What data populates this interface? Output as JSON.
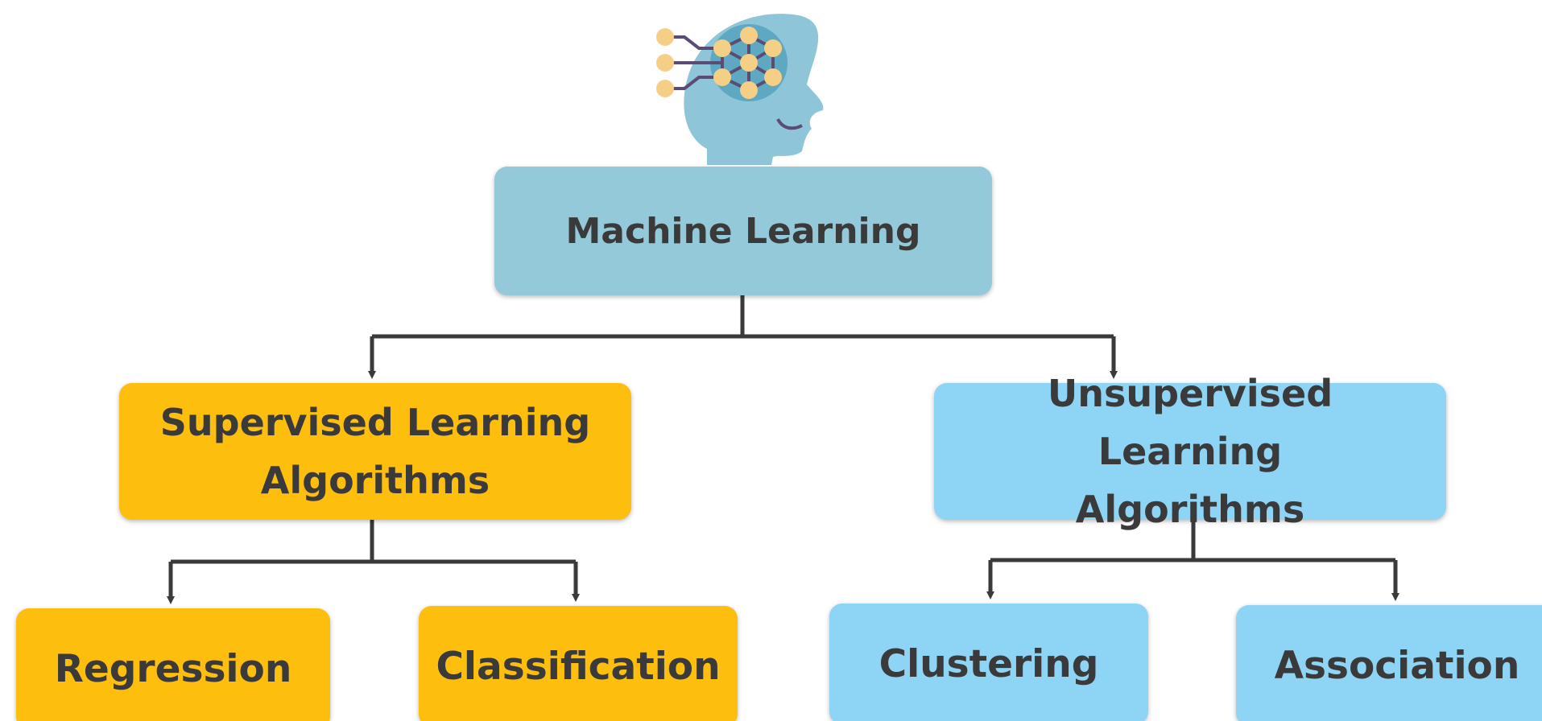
{
  "colors": {
    "root": "#94c9d9",
    "supervised": "#fdbe0e",
    "unsupervised": "#8ed4f5",
    "connector": "#3a3a3a",
    "head": "#8ec5d8",
    "brain_disc": "#5ea8c2",
    "neuron": "#f6cf86"
  },
  "icon": "ai-head-icon",
  "nodes": {
    "root": {
      "label": "Machine Learning"
    },
    "supervised": {
      "line1": "Supervised Learning",
      "line2": "Algorithms"
    },
    "unsupervised": {
      "line1": "Unsupervised Learning",
      "line2": "Algorithms"
    },
    "regression": {
      "label": "Regression"
    },
    "classification": {
      "label": "Classification"
    },
    "clustering": {
      "label": "Clustering"
    },
    "association": {
      "label": "Association"
    }
  }
}
